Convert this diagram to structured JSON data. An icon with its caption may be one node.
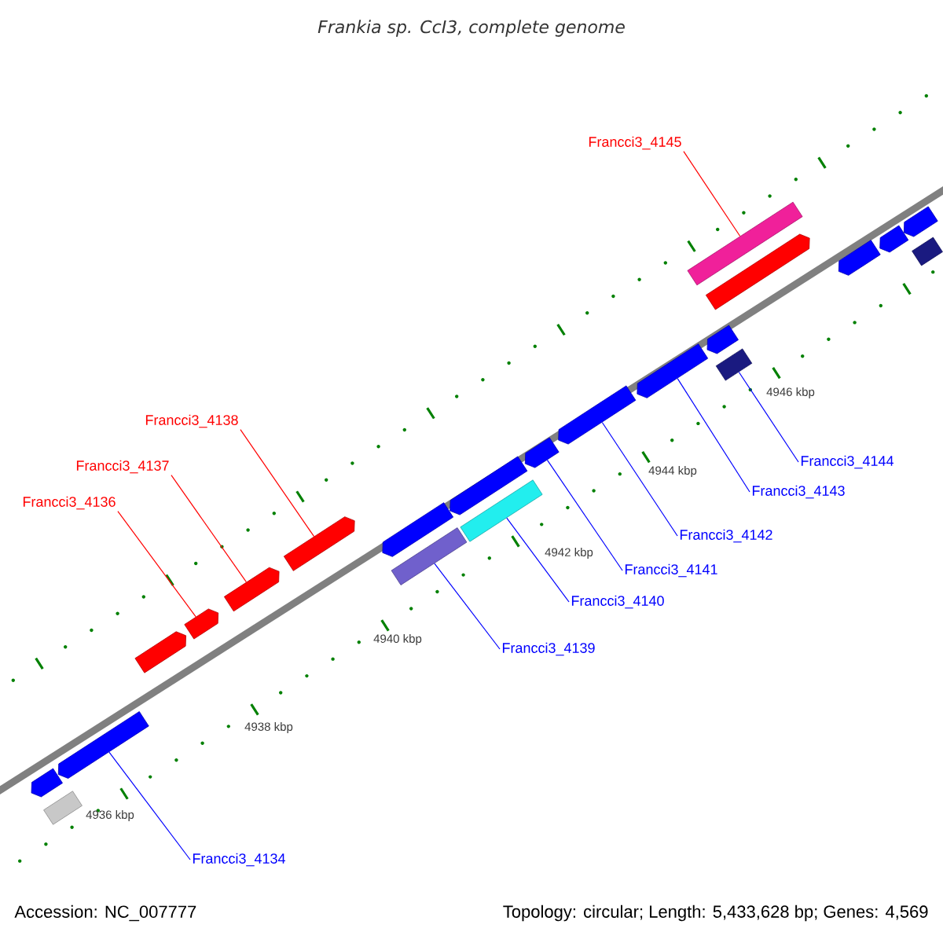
{
  "diagram": {
    "title": "Frankia sp. CcI3, complete genome",
    "nodes": [
      {
        "text": [],
        "shape": "pentagon"
      },
      {
        "text": [],
        "shape": "box"
      },
      {
        "text": [],
        "shape": "pentagon"
      },
      {
        "text": [],
        "shape": "pentagon"
      },
      {
        "text": [],
        "shape": "pentagon"
      },
      {
        "text": [],
        "shape": "pentagon"
      },
      {
        "text": [],
        "shape": "pentagon"
      },
      {
        "text": [],
        "shape": "pentagon"
      },
      {
        "text": [],
        "shape": "box"
      },
      {
        "text": [],
        "shape": "pentagon"
      },
      {
        "text": [],
        "shape": "box"
      },
      {
        "text": [],
        "shape": "pentagon"
      },
      {
        "text": [],
        "shape": "pentagon"
      },
      {
        "text": [],
        "shape": "pentagon"
      },
      {
        "text": [],
        "shape": "pentagon"
      },
      {
        "text": [],
        "shape": "box"
      },
      {
        "text": [],
        "shape": "box"
      },
      {
        "text": [],
        "shape": "pentagon"
      },
      {
        "text": [],
        "shape": "pentagon"
      },
      {
        "text": [],
        "shape": "pentagon"
      },
      {
        "text": [],
        "shape": "pentagon"
      },
      {
        "text": [],
        "shape": "box"
      },
      {
        "text": [
          "Francci3_4145"
        ]
      },
      {
        "text": [
          "Francci3_4138"
        ]
      },
      {
        "text": [
          "Francci3_4137"
        ]
      },
      {
        "text": [
          "Francci3_4136"
        ]
      },
      {
        "text": [
          "Francci3_4144"
        ]
      },
      {
        "text": [
          "Francci3_4143"
        ]
      },
      {
        "text": [
          "Francci3_4142"
        ]
      },
      {
        "text": [
          "Francci3_4141"
        ]
      },
      {
        "text": [
          "Francci3_4140"
        ]
      },
      {
        "text": [
          "Francci3_4139"
        ]
      },
      {
        "text": [
          "Francci3_4134"
        ]
      }
    ],
    "edges": [
      {
        "from": 22,
        "to": 16,
        "arrow": "none",
        "color": "#ff0000"
      },
      {
        "from": 23,
        "to": 6,
        "arrow": "none",
        "color": "#ff0000"
      },
      {
        "from": 24,
        "to": 5,
        "arrow": "none",
        "color": "#ff0000"
      },
      {
        "from": 25,
        "to": 4,
        "arrow": "none",
        "color": "#ff0000"
      },
      {
        "from": 26,
        "to": 15,
        "arrow": "none"
      },
      {
        "from": 27,
        "to": 13,
        "arrow": "none"
      },
      {
        "from": 28,
        "to": 12,
        "arrow": "none"
      },
      {
        "from": 29,
        "to": 11,
        "arrow": "none"
      },
      {
        "from": 30,
        "to": 10,
        "arrow": "none"
      },
      {
        "from": 31,
        "to": 8,
        "arrow": "none"
      },
      {
        "from": 32,
        "to": 2,
        "arrow": "none"
      }
    ],
    "labels": [
      "4946 kbp",
      "4944 kbp",
      "4942 kbp",
      "4940 kbp",
      "4938 kbp",
      "4936 kbp",
      "Accession: NC_007777",
      "Topology: circular; Length: 5,433,628 bp; Genes: 4,569"
    ]
  }
}
